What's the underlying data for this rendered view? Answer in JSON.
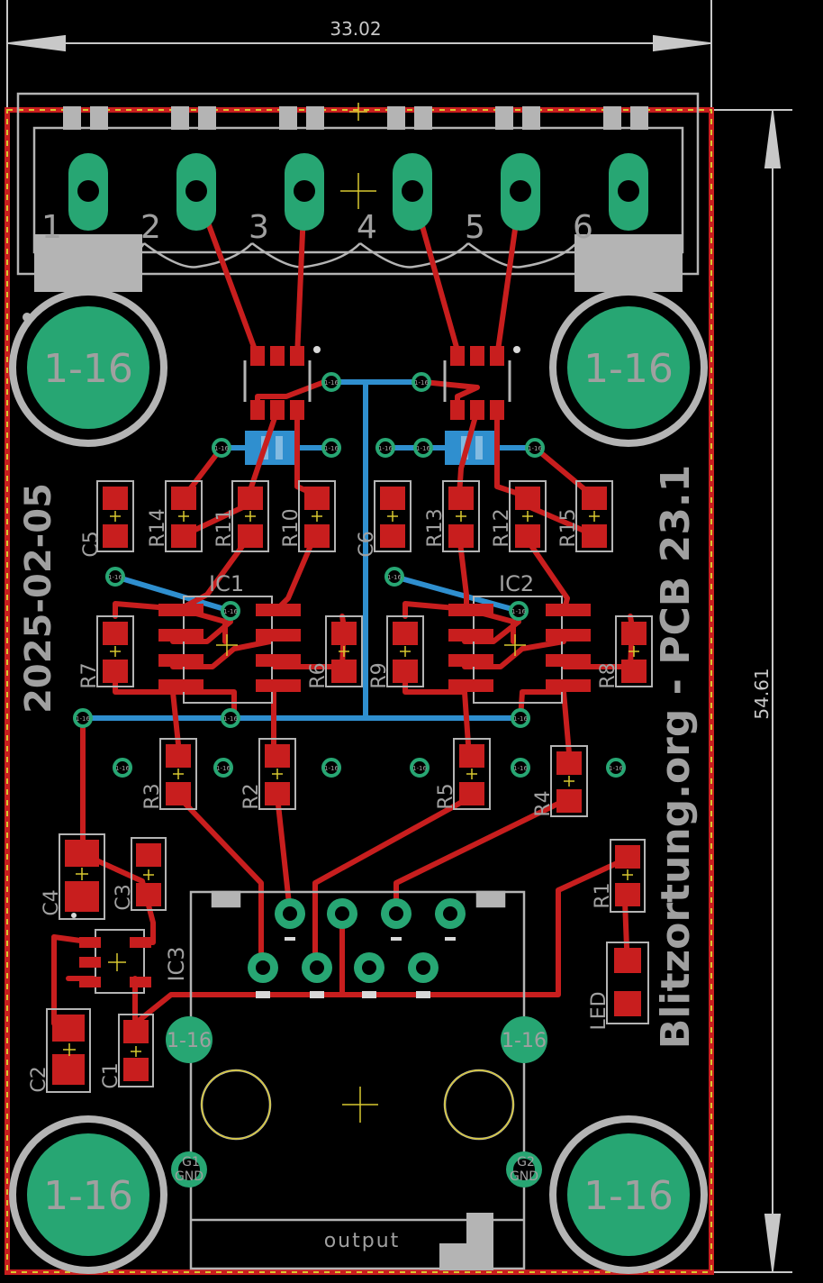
{
  "colors": {
    "background": "#000000",
    "copper_top": "#c81e1e",
    "copper_bottom": "#2f8fcf",
    "pad": "#27a673",
    "silk": "#b4b4b4",
    "dimension": "#c8c8c8",
    "outline": "#d8c830",
    "text_silk": "#a0a0a0"
  },
  "dimensions": {
    "width": "33.02",
    "height": "54.61"
  },
  "date": "2025-02-05",
  "board_title": "Blitzortung.org - PCB 23.1",
  "connector_pins": [
    "1",
    "2",
    "3",
    "4",
    "5",
    "6"
  ],
  "mount_hole_label": "1-16",
  "via_label": "1-16",
  "ic_labels": {
    "ic1": "IC1",
    "ic2": "IC2",
    "ic3": "IC3"
  },
  "component_labels": {
    "c5": "C5",
    "r14": "R14",
    "r11": "R11",
    "r10": "R10",
    "c6": "C6",
    "r13": "R13",
    "r12": "R12",
    "r15": "R15",
    "r7": "R7",
    "r6": "R6",
    "r9": "R9",
    "r8": "R8",
    "r3": "R3",
    "r2": "R2",
    "r5": "R5",
    "r4": "R4",
    "c4": "C4",
    "c3": "C3",
    "c2": "C2",
    "c1": "C1",
    "r1": "R1",
    "led": "LED"
  },
  "gnd_labels": {
    "g1": "G1",
    "g2": "G2",
    "gnd": "GND"
  },
  "output_label": "output"
}
